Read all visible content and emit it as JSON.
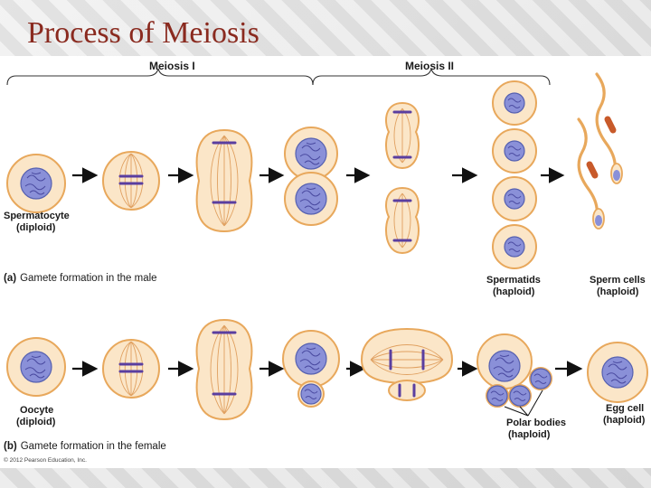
{
  "title": "Process of Meiosis",
  "stages": {
    "meiosis1": "Meiosis I",
    "meiosis2": "Meiosis II"
  },
  "male": {
    "caption_tag": "(a)",
    "caption": "Gamete formation in the male",
    "start_label": [
      "Spermatocyte",
      "(diploid)"
    ],
    "spermatids_label": [
      "Spermatids",
      "(haploid)"
    ],
    "sperm_label": [
      "Sperm cells",
      "(haploid)"
    ]
  },
  "female": {
    "caption_tag": "(b)",
    "caption": "Gamete formation in the female",
    "start_label": [
      "Oocyte",
      "(diploid)"
    ],
    "polar_label": [
      "Polar bodies",
      "(haploid)"
    ],
    "egg_label": [
      "Egg cell",
      "(haploid)"
    ]
  },
  "copyright": "© 2012 Pearson Education, Inc.",
  "colors": {
    "title": "#8a2a1f",
    "cell_fill": "#fbe6c8",
    "cell_border": "#e8a85c",
    "nucleus": "#8a90d8",
    "chromosome": "#5a3ea0"
  }
}
